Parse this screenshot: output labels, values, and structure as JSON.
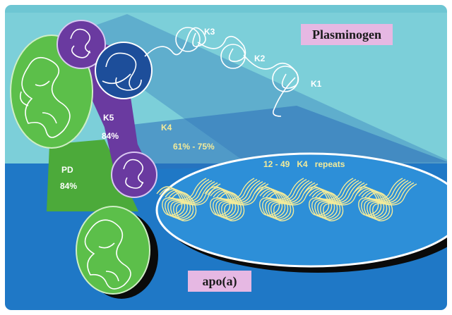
{
  "diagram": {
    "title_top": "Plasminogen",
    "title_bottom": "apo(a)",
    "kringles_top": [
      "K3",
      "K2",
      "K1"
    ],
    "k5_label": "K5",
    "k5_percent": "84%",
    "k4_label": "K4",
    "k4_percent": "61% - 75%",
    "pd_label": "PD",
    "pd_percent": "84%",
    "repeats_label": "12 - 49   K4   repeats",
    "colors": {
      "top_bg": "#7ccfd9",
      "bottom_bg": "#1f78c6",
      "green": "#5cbf4a",
      "purple": "#6a3aa0",
      "navy_circle": "#1d4e9a",
      "ellipse": "#2d8fd8",
      "label_box": "#e6b8e3",
      "yellow": "#f3eb9a"
    }
  }
}
